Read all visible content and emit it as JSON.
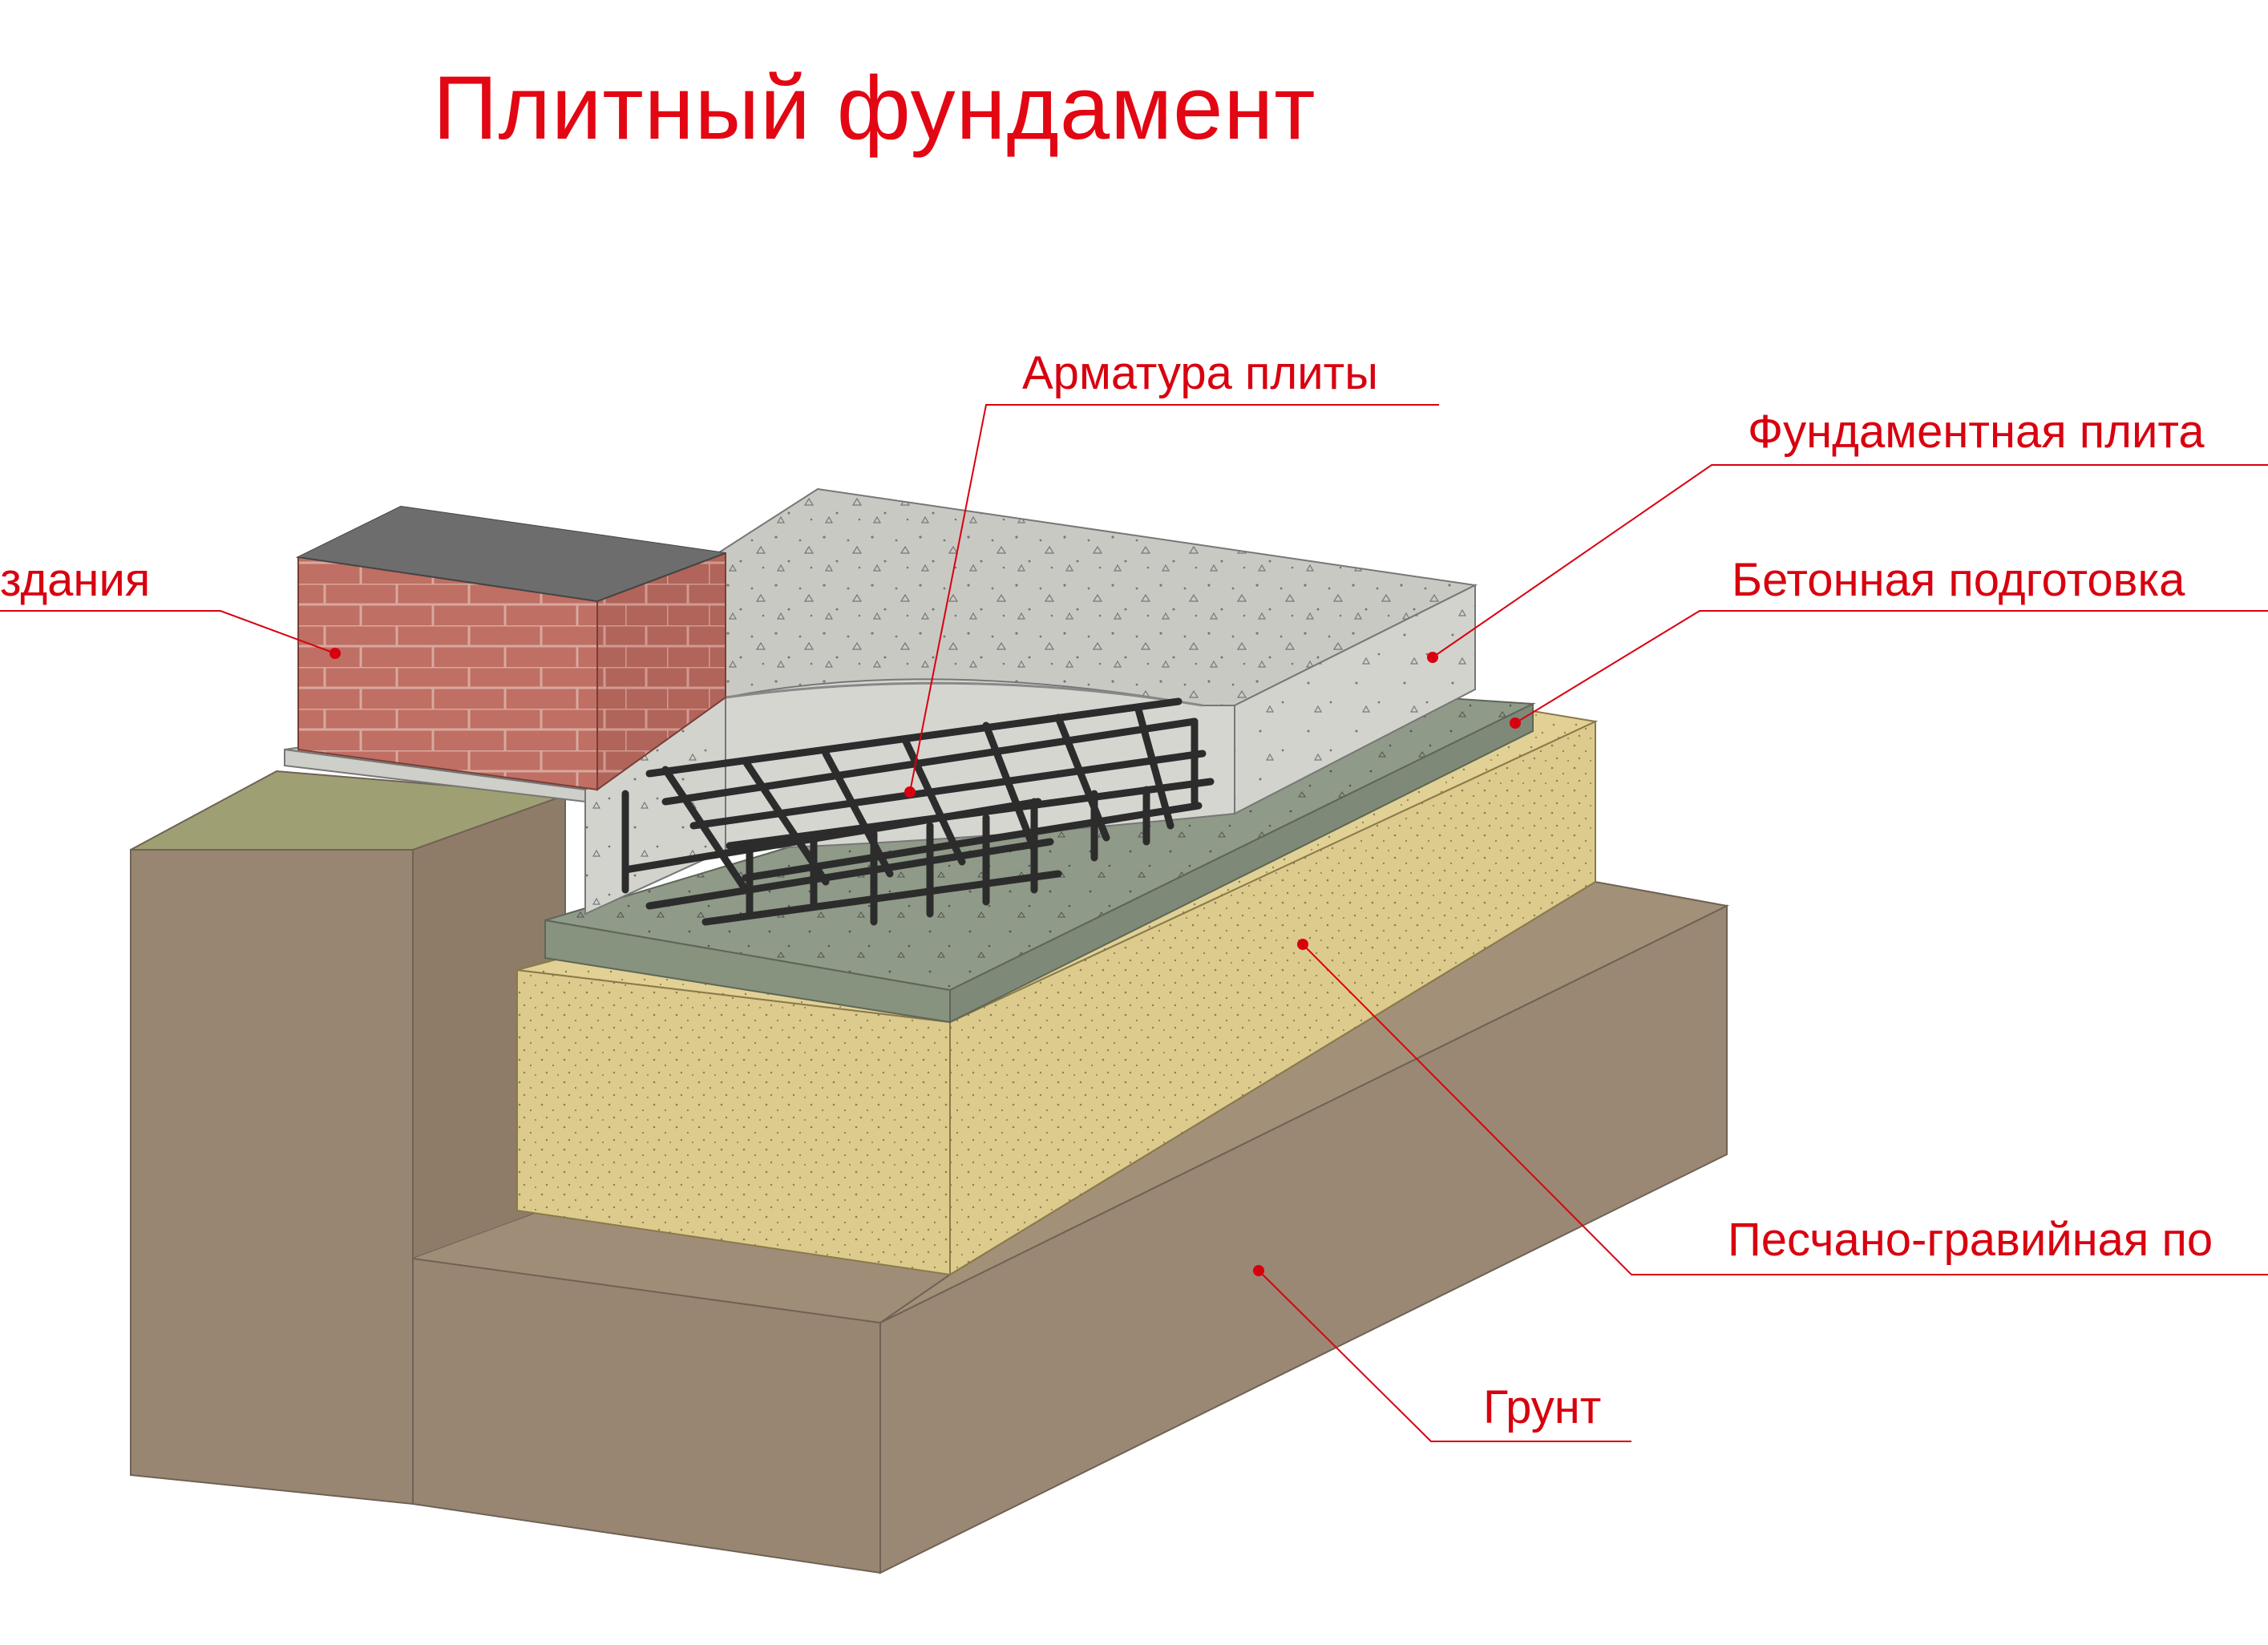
{
  "title": "Плитный фундамент",
  "labels": {
    "reinforcement": "Арматура плиты",
    "slab": "Фундаментная плита",
    "concrete_prep": "Бетонная подготовка",
    "building_wall": "здания",
    "sand_gravel": "Песчано-гравийная по",
    "ground": "Грунт"
  },
  "colors": {
    "label_red": "#d8000f",
    "ground": "#998672",
    "grass": "#9f9f74",
    "sand": "#dccb8c",
    "concrete_prep": "#8f9a88",
    "slab": "#c9c9c4",
    "brick": "#bf6f63",
    "roof": "#6d6d6d",
    "rebar": "#2c2c2c"
  }
}
